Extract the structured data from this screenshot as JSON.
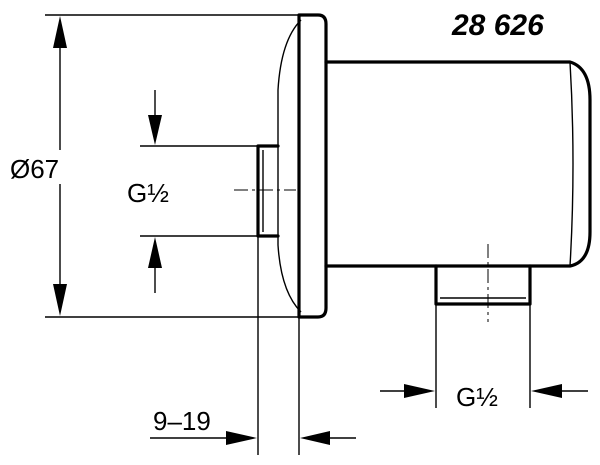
{
  "part_number": "28 626",
  "dimensions": {
    "diameter": "Ø67",
    "inlet_thread": "G½",
    "outlet_thread": "G½",
    "depth_range": "9–19"
  }
}
